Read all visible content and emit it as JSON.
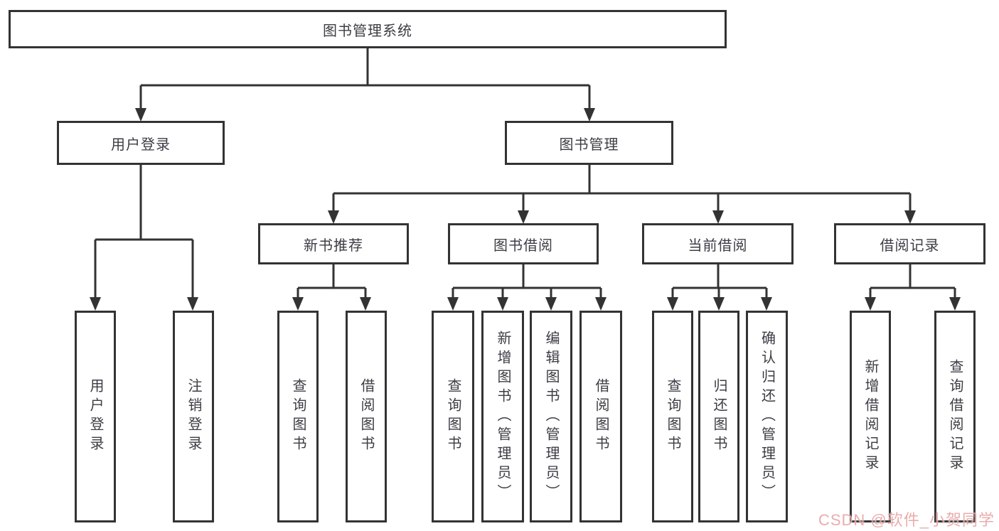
{
  "diagram": {
    "colors": {
      "line": "#333333",
      "box_border": "#333333",
      "text": "#3c3c44",
      "background": "#ffffff",
      "watermark": "#e69e9e"
    },
    "nodes": {
      "root": {
        "label": "图书管理系统"
      },
      "user_login": {
        "label": "用户登录",
        "children": [
          "用户登录",
          "注销登录"
        ]
      },
      "book_mgmt": {
        "label": "图书管理",
        "groups": [
          {
            "label": "新书推荐",
            "children": [
              "查询图书",
              "借阅图书"
            ]
          },
          {
            "label": "图书借阅",
            "children": [
              "查询图书",
              "新增图书（管理员）",
              "编辑图书（管理员）",
              "借阅图书"
            ]
          },
          {
            "label": "当前借阅",
            "children": [
              "查询图书",
              "归还图书",
              "确认归还（管理员）"
            ]
          },
          {
            "label": "借阅记录",
            "children": [
              "新增借阅记录",
              "查询借阅记录"
            ]
          }
        ]
      }
    },
    "watermark": {
      "text": "CSDN @软件_小贺同学"
    }
  }
}
